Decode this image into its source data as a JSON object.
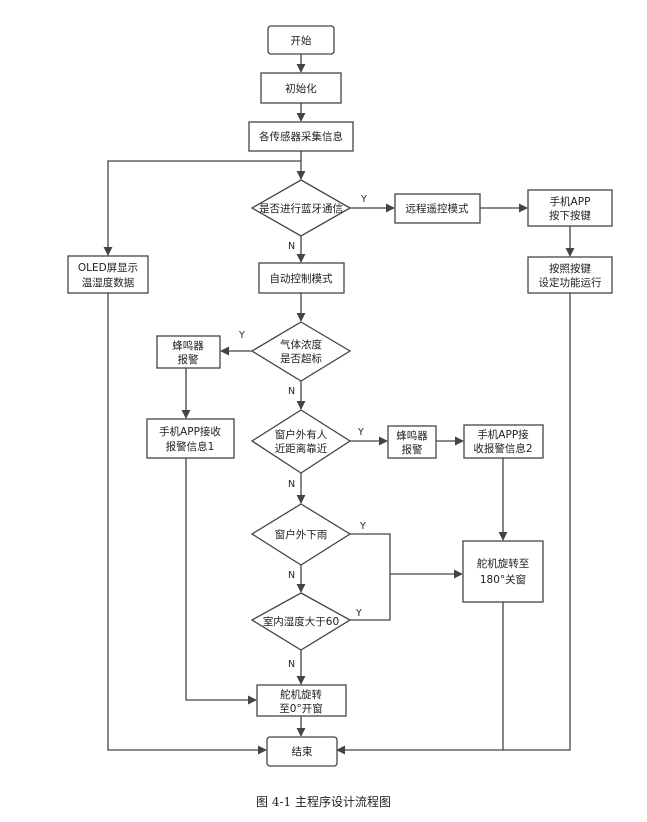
{
  "caption": "图 4-1   主程序设计流程图",
  "nodes": {
    "start": "开始",
    "init": "初始化",
    "collect": "各传感器采集信息",
    "bt_check": "是否进行蓝牙通信",
    "remote": "远程遥控模式",
    "app_press": [
      "手机APP",
      "按下按键"
    ],
    "per_key": [
      "按照按键",
      "设定功能运行"
    ],
    "oled": [
      "OLED屏显示",
      "温湿度数据"
    ],
    "auto": "自动控制模式",
    "gas_check": [
      "气体浓度",
      "是否超标"
    ],
    "buzzer1": [
      "蜂鸣器",
      "报警"
    ],
    "app_alarm1": [
      "手机APP接收",
      "报警信息1"
    ],
    "person_check": [
      "窗户外有人",
      "近距离靠近"
    ],
    "buzzer2": [
      "蜂鸣器",
      "报警"
    ],
    "app_alarm2": [
      "手机APP接",
      "收报警信息2"
    ],
    "rain_check": "窗户外下雨",
    "humid_check": "室内湿度大于60",
    "servo_close": [
      "舵机旋转至",
      "180°关窗"
    ],
    "servo_open": [
      "舵机旋转",
      "至0°开窗"
    ],
    "end": "结束"
  },
  "edge_labels": {
    "yes": "Y",
    "no": "N"
  }
}
